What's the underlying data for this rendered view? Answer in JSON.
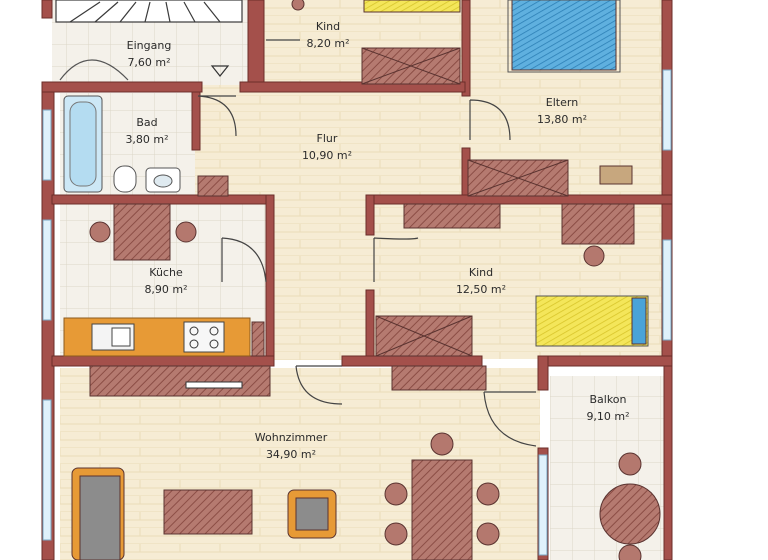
{
  "rooms": {
    "eingang": {
      "name": "Eingang",
      "area": "7,60 m²"
    },
    "kind_top": {
      "name": "Kind",
      "area": "8,20 m²"
    },
    "eltern": {
      "name": "Eltern",
      "area": "13,80 m²"
    },
    "bad": {
      "name": "Bad",
      "area": "3,80 m²"
    },
    "flur": {
      "name": "Flur",
      "area": "10,90 m²"
    },
    "kueche": {
      "name": "Küche",
      "area": "8,90 m²"
    },
    "kind_mid": {
      "name": "Kind",
      "area": "12,50 m²"
    },
    "balkon": {
      "name": "Balkon",
      "area": "9,10 m²"
    },
    "wohnzimmer": {
      "name": "Wohnzimmer",
      "area": "34,90 m²"
    }
  },
  "colors": {
    "wall": "#a4504b",
    "wall_dark": "#7a3532",
    "floor_parquet": "#f5ead2",
    "floor_tile": "#f3efe6",
    "furniture_brown": "#a0665d",
    "bed_blue": "#4aa3d8",
    "bed_yellow": "#f2e24a",
    "kitchen_orange": "#e79a36",
    "bath_blue": "#b9dff2",
    "window": "#a9d7ee"
  }
}
